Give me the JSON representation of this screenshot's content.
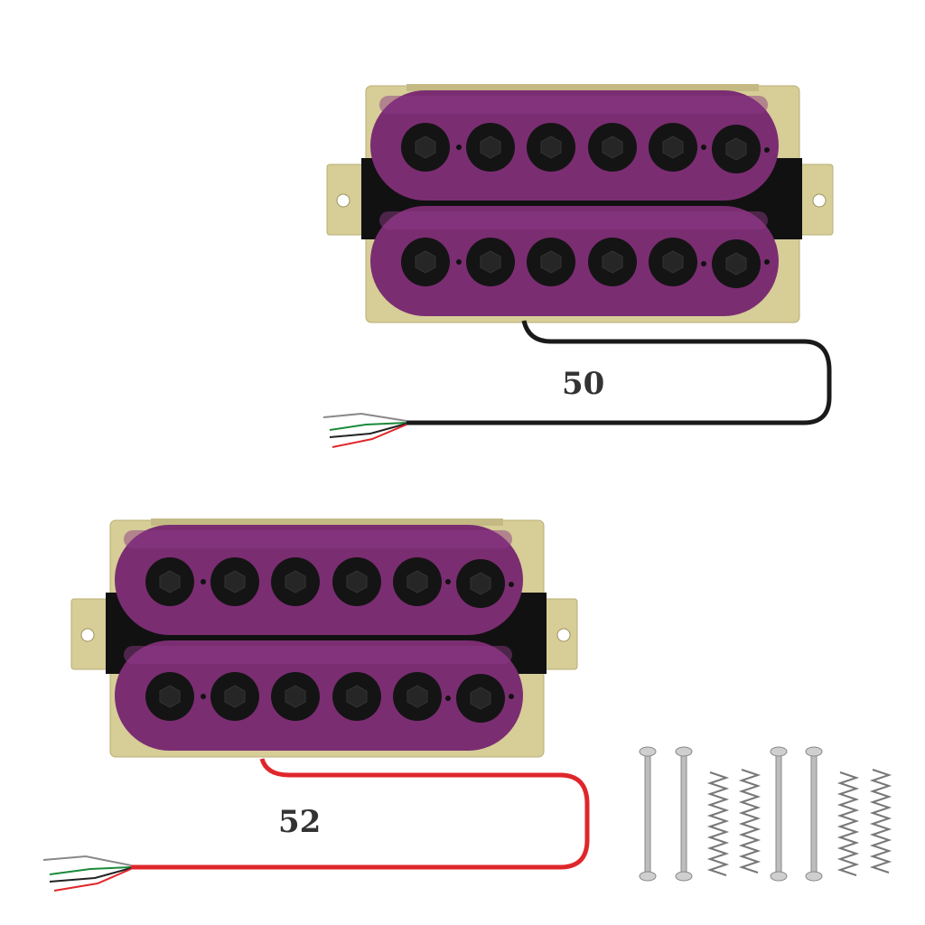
{
  "products": [
    {
      "name": "bridge-pickup",
      "label": "50",
      "bobbin_color": "#7b2d72",
      "lead_color": "#1a1a1a"
    },
    {
      "name": "neck-pickup",
      "label": "52",
      "bobbin_color": "#7b2d72",
      "lead_color": "#e0262b"
    }
  ],
  "colors": {
    "baseplate": "#d6cd97",
    "pole": "#151515"
  }
}
